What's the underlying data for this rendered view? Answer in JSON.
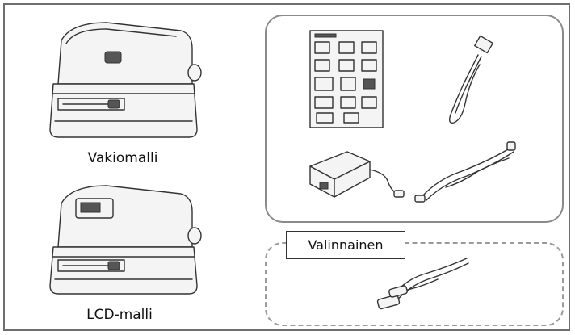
{
  "models": {
    "standard_label": "Vakiomalli",
    "lcd_label": "LCD-malli"
  },
  "optional": {
    "title": "Valinnainen"
  }
}
